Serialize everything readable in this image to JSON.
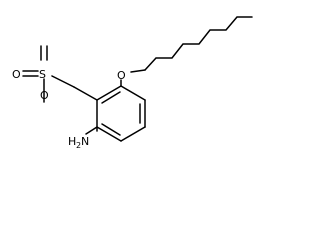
{
  "molecule": {
    "atoms": {
      "sulfur": "S",
      "oxygen_sulfonyl_left": "O",
      "oxygen_sulfonyl_bottom": "O",
      "oxygen_ether": "O",
      "amine_n": "N",
      "amine_h": "H",
      "amine_h_count": "2"
    }
  }
}
